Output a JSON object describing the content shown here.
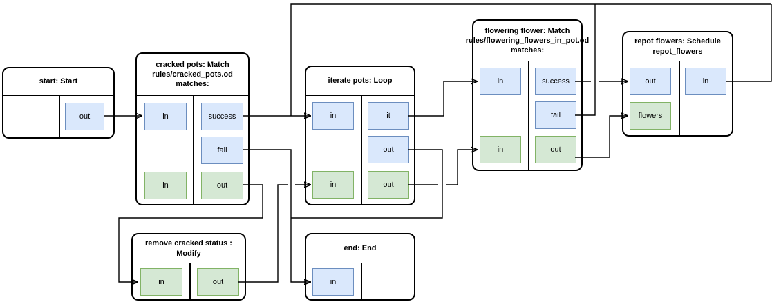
{
  "diagram": {
    "palette": {
      "port_blue_fill": "#dae8fc",
      "port_blue_border": "#6c8ebf",
      "port_green_fill": "#d5e8d4",
      "port_green_border": "#82b366",
      "node_border": "#000000",
      "background": "#ffffff"
    },
    "nodes": {
      "start": {
        "title": "start: Start",
        "ports": {
          "out": "out"
        }
      },
      "cracked": {
        "title": "cracked pots: Match rules/cracked_pots.od matches:",
        "ports": {
          "in_flow": "in",
          "success": "success",
          "fail": "fail",
          "in_data": "in",
          "out_data": "out"
        }
      },
      "iterate": {
        "title": "iterate pots: Loop",
        "ports": {
          "in_flow": "in",
          "it": "it",
          "out_flow": "out",
          "in_data": "in",
          "out_data": "out"
        }
      },
      "flowering": {
        "title": "flowering flower: Match rules/flowering_flowers_in_pot.od matches:",
        "ports": {
          "in_flow": "in",
          "success": "success",
          "fail": "fail",
          "in_data": "in",
          "out_data": "out"
        }
      },
      "repot": {
        "title": "repot flowers: Schedule repot_flowers",
        "ports": {
          "out_flow": "out",
          "in_flow": "in",
          "flowers": "flowers"
        }
      },
      "remove": {
        "title": "remove cracked status : Modify",
        "ports": {
          "in_data": "in",
          "out_data": "out"
        }
      },
      "end": {
        "title": "end: End",
        "ports": {
          "in_flow": "in"
        }
      }
    },
    "edges": [
      {
        "from": "start.out",
        "to": "cracked pots.in"
      },
      {
        "from": "cracked pots.success",
        "to": "iterate pots.in"
      },
      {
        "from": "cracked pots.fail",
        "to": "end.in"
      },
      {
        "from": "cracked pots.out",
        "to": "remove cracked status.in"
      },
      {
        "from": "remove cracked status.out",
        "to": "iterate pots.in (data)"
      },
      {
        "from": "iterate pots.it",
        "to": "flowering flower.in"
      },
      {
        "from": "iterate pots.out",
        "to": "end.in"
      },
      {
        "from": "iterate pots.out (data)",
        "to": "flowering flower.in (data)"
      },
      {
        "from": "flowering flower.success",
        "to": "repot flowers.out"
      },
      {
        "from": "flowering flower.fail",
        "to": "iterate pots.in"
      },
      {
        "from": "flowering flower.out",
        "to": "repot flowers.flowers"
      },
      {
        "from": "repot flowers.in",
        "to": "iterate pots.in"
      }
    ]
  }
}
